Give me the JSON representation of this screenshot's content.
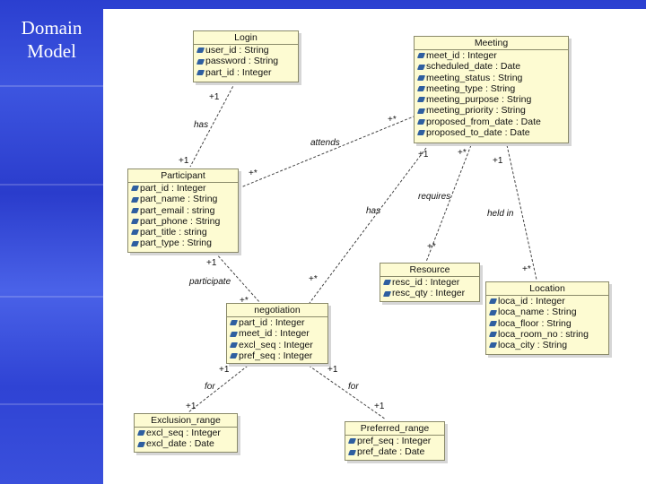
{
  "slide": {
    "title_line1": "Domain",
    "title_line2": "Model"
  },
  "classes": {
    "login": {
      "name": "Login",
      "attrs": [
        "user_id : String",
        "password : String",
        "part_id : Integer"
      ]
    },
    "meeting": {
      "name": "Meeting",
      "attrs": [
        "meet_id : Integer",
        "scheduled_date : Date",
        "meeting_status : String",
        "meeting_type : String",
        "meeting_purpose : String",
        "meeting_priority : String",
        "proposed_from_date : Date",
        "proposed_to_date : Date"
      ]
    },
    "participant": {
      "name": "Participant",
      "attrs": [
        "part_id : Integer",
        "part_name : String",
        "part_email : string",
        "part_phone : String",
        "part_title : string",
        "part_type : String"
      ]
    },
    "resource": {
      "name": "Resource",
      "attrs": [
        "resc_id : Integer",
        "resc_qty : Integer"
      ]
    },
    "location": {
      "name": "Location",
      "attrs": [
        "loca_id : Integer",
        "loca_name : String",
        "loca_floor : String",
        "loca_room_no : string",
        "loca_city : String"
      ]
    },
    "negotiation": {
      "name": "negotiation",
      "attrs": [
        "part_id : Integer",
        "meet_id : Integer",
        "excl_seq : Integer",
        "pref_seq : Integer"
      ]
    },
    "exclusion_range": {
      "name": "Exclusion_range",
      "attrs": [
        "excl_seq : Integer",
        "excl_date : Date"
      ]
    },
    "preferred_range": {
      "name": "Preferred_range",
      "attrs": [
        "pref_seq : Integer",
        "pref_date : Date"
      ]
    }
  },
  "associations": {
    "login_participant": {
      "label": "has",
      "m_login": "+1",
      "m_participant": "+1"
    },
    "participant_meeting": {
      "label": "attends",
      "m_participant": "+*",
      "m_meeting": "+*"
    },
    "meeting_resource": {
      "label": "requires",
      "m_meeting": "+*",
      "m_resource": "+*"
    },
    "meeting_location": {
      "label": "held in",
      "m_meeting": "+1",
      "m_location": "+*"
    },
    "meeting_negotiation": {
      "label": "has",
      "m_meeting": "+1",
      "m_negotiation": "+*"
    },
    "participant_negotiation": {
      "label": "participate",
      "m_participant": "+1",
      "m_negotiation": "+*"
    },
    "negotiation_exclusion": {
      "label": "for",
      "m_negotiation": "+1",
      "m_exclusion": "+1"
    },
    "negotiation_preferred": {
      "label": "for",
      "m_negotiation": "+1",
      "m_preferred": "+1"
    }
  }
}
